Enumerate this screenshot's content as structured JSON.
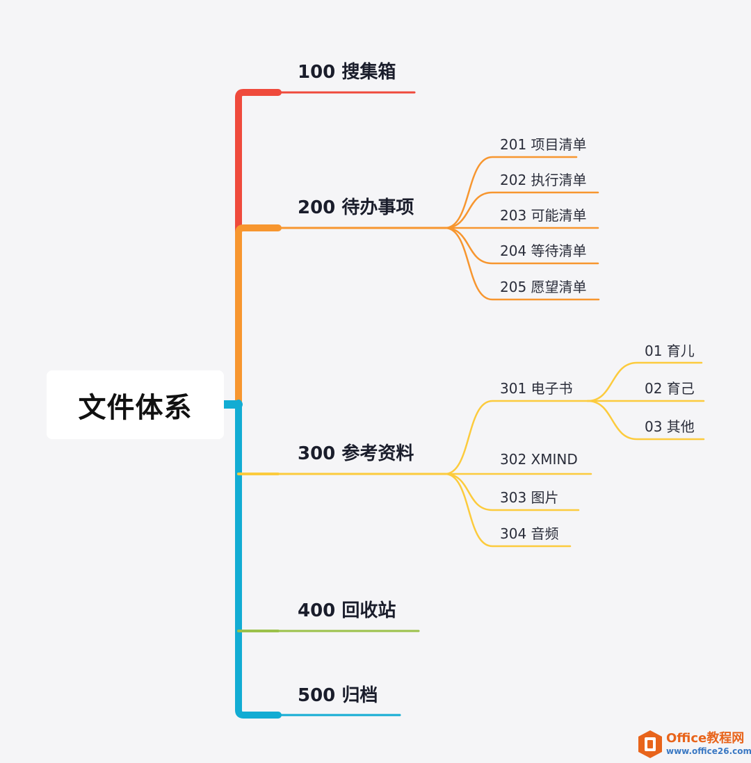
{
  "root": {
    "label": "文件体系"
  },
  "colors": {
    "red": "#ef4a3c",
    "orange": "#f7962f",
    "yellow": "#fccb3d",
    "green": "#9bc14a",
    "blue": "#12acd3"
  },
  "branches": [
    {
      "label": "100 搜集箱",
      "color": "red",
      "children": []
    },
    {
      "label": "200 待办事项",
      "color": "orange",
      "children": [
        {
          "label": "201 项目清单"
        },
        {
          "label": "202 执行清单"
        },
        {
          "label": "203 可能清单"
        },
        {
          "label": "204 等待清单"
        },
        {
          "label": "205 愿望清单"
        }
      ]
    },
    {
      "label": "300 参考资料",
      "color": "yellow",
      "children": [
        {
          "label": "301 电子书",
          "children": [
            {
              "label": "01 育儿"
            },
            {
              "label": "02 育己"
            },
            {
              "label": "03 其他"
            }
          ]
        },
        {
          "label": "302 XMIND"
        },
        {
          "label": "303 图片"
        },
        {
          "label": "304 音频"
        }
      ]
    },
    {
      "label": "400 回收站",
      "color": "green",
      "children": []
    },
    {
      "label": "500 归档",
      "color": "blue",
      "children": []
    }
  ],
  "watermark": {
    "icon": "office-logo-icon",
    "title": "Office教程网",
    "url": "www.office26.com"
  }
}
